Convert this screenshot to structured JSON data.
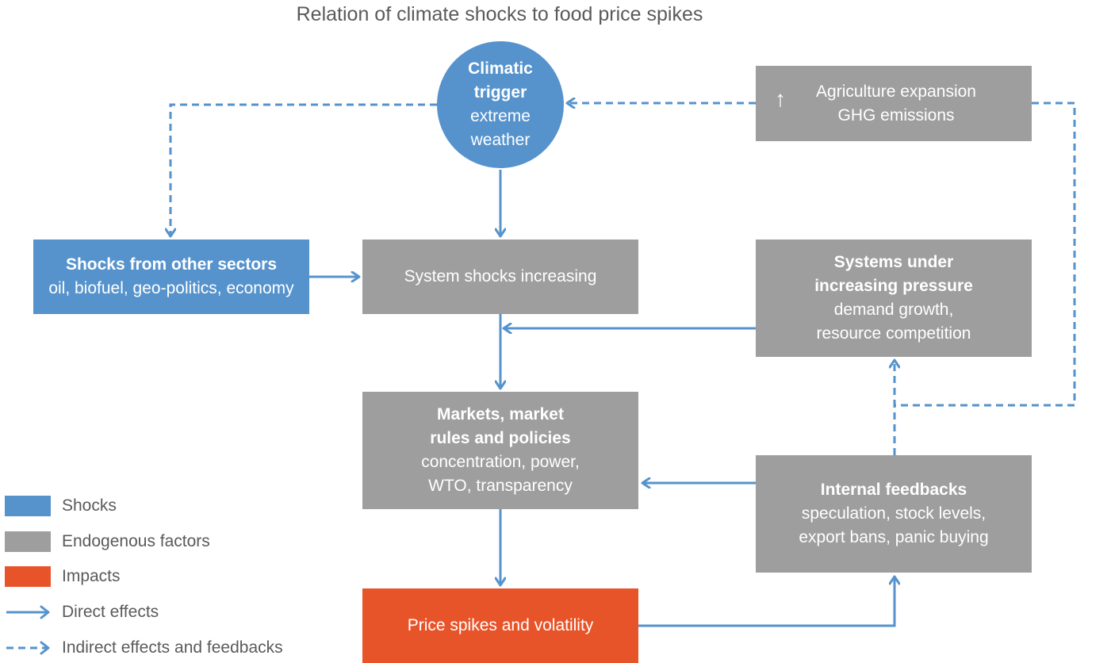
{
  "title": "Relation of climate shocks to food price spikes",
  "colors": {
    "shocks": "#5693cd",
    "endogenous": "#9e9e9e",
    "impacts": "#e8542a",
    "arrow": "#5693cd",
    "title_text": "#5a5a5a"
  },
  "nodes": {
    "climatic_trigger": {
      "title_lines": [
        "Climatic",
        "trigger"
      ],
      "detail_lines": [
        "extreme",
        "weather"
      ]
    },
    "agriculture": {
      "icon": "up-arrow-icon",
      "icon_glyph": "↑",
      "lines": [
        "Agriculture expansion",
        "GHG emissions"
      ]
    },
    "shocks_other": {
      "title": "Shocks from other sectors",
      "detail": "oil, biofuel, geo-politics, economy"
    },
    "system_shocks": {
      "label": "System shocks increasing"
    },
    "systems_pressure": {
      "title_lines": [
        "Systems under",
        "increasing pressure"
      ],
      "detail_lines": [
        "demand growth,",
        "resource competition"
      ]
    },
    "markets": {
      "title_lines": [
        "Markets, market",
        "rules and policies"
      ],
      "detail_lines": [
        "concentration, power,",
        "WTO, transparency"
      ]
    },
    "internal_feedbacks": {
      "title": "Internal feedbacks",
      "detail_lines": [
        "speculation, stock levels,",
        "export bans, panic buying"
      ]
    },
    "price_spikes": {
      "label": "Price spikes and volatility"
    }
  },
  "legend": [
    {
      "kind": "swatch",
      "color_key": "shocks",
      "label": "Shocks"
    },
    {
      "kind": "swatch",
      "color_key": "endogenous",
      "label": "Endogenous factors"
    },
    {
      "kind": "swatch",
      "color_key": "impacts",
      "label": "Impacts"
    },
    {
      "kind": "solid-arrow",
      "label": "Direct effects"
    },
    {
      "kind": "dashed-arrow",
      "label": "Indirect effects and feedbacks"
    }
  ]
}
